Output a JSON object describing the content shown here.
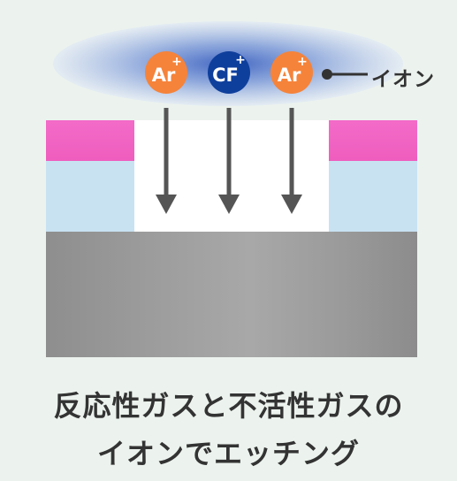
{
  "ion_label": "イオン",
  "ions": [
    {
      "symbol": "Ar",
      "charge": "+",
      "color": "#f5833a"
    },
    {
      "symbol": "CF",
      "charge": "+",
      "color": "#0f3f9c"
    },
    {
      "symbol": "Ar",
      "charge": "+",
      "color": "#f5833a"
    }
  ],
  "caption": {
    "line1": "反応性ガスと不活性ガスの",
    "line2": "イオンでエッチング"
  },
  "colors": {
    "background": "#ecf3ee",
    "mask_layer": "#f26bc6",
    "film_layer": "#c8e2f2",
    "substrate": "#9a9a9a",
    "arrow": "#555555",
    "text": "#333333"
  }
}
